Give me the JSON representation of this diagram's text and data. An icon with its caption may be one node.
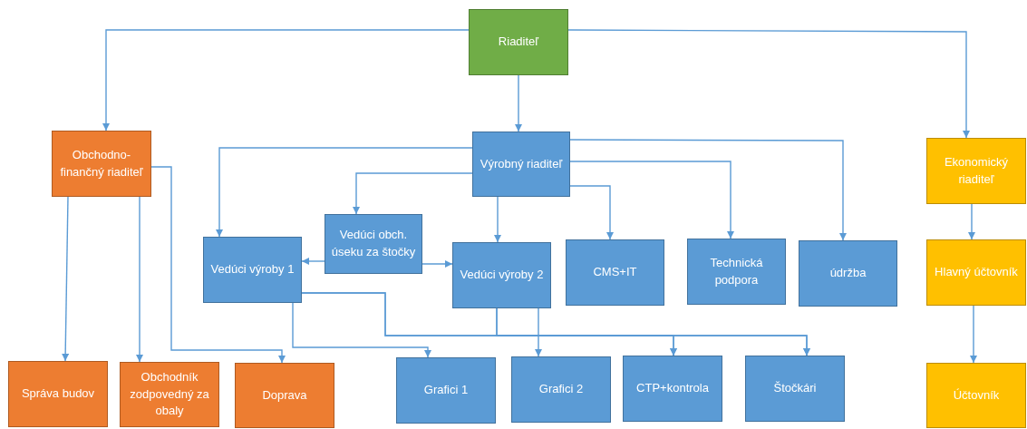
{
  "diagram": {
    "nodes": [
      {
        "text": [
          "Riaditeľ"
        ]
      },
      {
        "text": [
          "Obchodno- finančný riaditeľ"
        ]
      },
      {
        "text": [
          "Výrobný riaditeľ"
        ]
      },
      {
        "text": [
          "Ekonomický riaditeľ"
        ]
      },
      {
        "text": [
          "Vedúci obch. úseku za štočky"
        ]
      },
      {
        "text": [
          "Vedúci výroby 1"
        ]
      },
      {
        "text": [
          "Vedúci výroby 2"
        ]
      },
      {
        "text": [
          "CMS+IT"
        ]
      },
      {
        "text": [
          "Technická podpora"
        ]
      },
      {
        "text": [
          "údržba"
        ]
      },
      {
        "text": [
          "Hlavný účtovník"
        ]
      },
      {
        "text": [
          "Správa budov"
        ]
      },
      {
        "text": [
          "Obchodník zodpovedný za obaly"
        ]
      },
      {
        "text": [
          "Doprava"
        ]
      },
      {
        "text": [
          "Grafici 1"
        ]
      },
      {
        "text": [
          "Grafici 2"
        ]
      },
      {
        "text": [
          "CTP+kontrola"
        ]
      },
      {
        "text": [
          "Štočkári"
        ]
      },
      {
        "text": [
          "Účtovník"
        ]
      }
    ],
    "edges": [
      {
        "from": 0,
        "to": 1,
        "arrow": "to"
      },
      {
        "from": 0,
        "to": 2,
        "arrow": "to"
      },
      {
        "from": 0,
        "to": 3,
        "arrow": "to"
      },
      {
        "from": 1,
        "to": 11,
        "arrow": "to"
      },
      {
        "from": 1,
        "to": 12,
        "arrow": "to"
      },
      {
        "from": 1,
        "to": 13,
        "arrow": "to"
      },
      {
        "from": 2,
        "to": 5,
        "arrow": "to"
      },
      {
        "from": 2,
        "to": 4,
        "arrow": "to"
      },
      {
        "from": 2,
        "to": 6,
        "arrow": "to"
      },
      {
        "from": 2,
        "to": 7,
        "arrow": "to"
      },
      {
        "from": 2,
        "to": 8,
        "arrow": "to"
      },
      {
        "from": 2,
        "to": 9,
        "arrow": "to"
      },
      {
        "from": 4,
        "to": 5,
        "arrow": "to"
      },
      {
        "from": 4,
        "to": 6,
        "arrow": "to"
      },
      {
        "from": 5,
        "to": 14,
        "arrow": "to"
      },
      {
        "from": 5,
        "to": 16,
        "arrow": "to"
      },
      {
        "from": 5,
        "to": 17,
        "arrow": "to"
      },
      {
        "from": 6,
        "to": 15,
        "arrow": "to"
      },
      {
        "from": 6,
        "to": 16,
        "arrow": "to"
      },
      {
        "from": 6,
        "to": 17,
        "arrow": "to"
      },
      {
        "from": 3,
        "to": 10,
        "arrow": "to"
      },
      {
        "from": 10,
        "to": 18,
        "arrow": "to"
      }
    ]
  }
}
